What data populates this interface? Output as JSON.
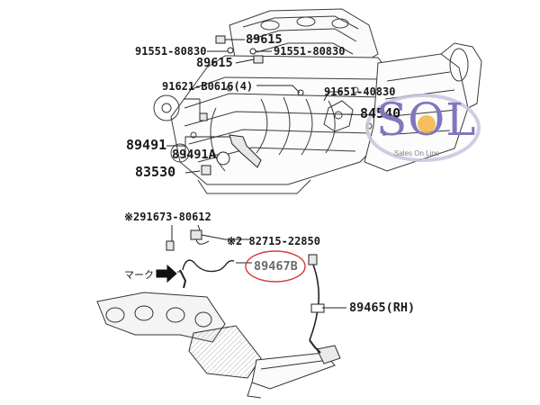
{
  "engine_section": {
    "labels": [
      {
        "id": "89615-a",
        "text": "89615"
      },
      {
        "id": "91551-a",
        "text": "91551-80830"
      },
      {
        "id": "91551-b",
        "text": "91551-80830"
      },
      {
        "id": "89615-b",
        "text": "89615"
      },
      {
        "id": "91621",
        "text": "91621-B0616(4)"
      },
      {
        "id": "91651",
        "text": "91651-40830"
      },
      {
        "id": "84540",
        "text": "84540"
      },
      {
        "id": "89491",
        "text": "89491"
      },
      {
        "id": "89491a",
        "text": "89491A"
      },
      {
        "id": "83530",
        "text": "83530"
      }
    ]
  },
  "exhaust_section": {
    "labels": [
      {
        "id": "291673",
        "text": "※291673-80612"
      },
      {
        "id": "82715",
        "text": "※2 82715-22850"
      },
      {
        "id": "89467b",
        "text": "89467B",
        "highlighted": true
      },
      {
        "id": "89465",
        "text": "89465(RH)"
      }
    ],
    "mark_label": "マーク"
  },
  "watermark": {
    "logo": "SOL",
    "tagline": "Sales On Line",
    "colors": {
      "purple": "#7e77bf",
      "sun": "#f3b63f",
      "circle": "#c9c4de"
    }
  },
  "highlight_color": "#d9363e"
}
